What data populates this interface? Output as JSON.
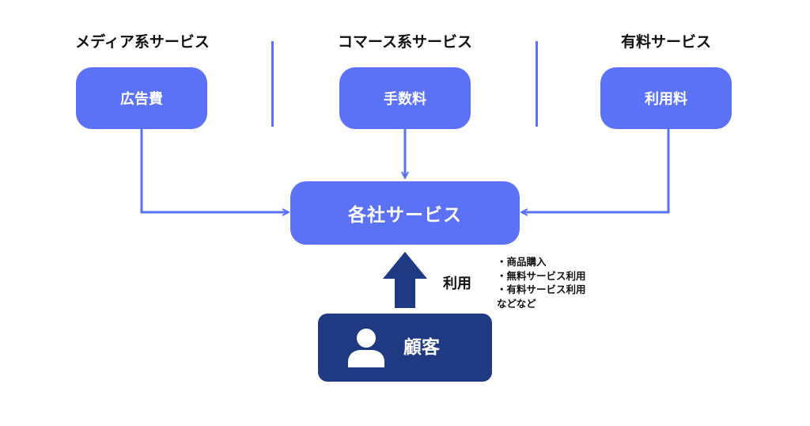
{
  "columns": [
    {
      "title": "メディア系サービス",
      "revenue": "広告費"
    },
    {
      "title": "コマース系サービス",
      "revenue": "手数料"
    },
    {
      "title": "有料サービス",
      "revenue": "利用料"
    }
  ],
  "center": {
    "label": "各社サービス"
  },
  "customer": {
    "label": "顧客",
    "icon": "user-icon"
  },
  "usage": {
    "label": "利用"
  },
  "notes": [
    "・商品購入",
    "・無料サービス利用",
    "・有料サービス利用",
    "などなど"
  ],
  "colors": {
    "primary": "#5b72f7",
    "dark": "#1f3a82",
    "line": "#5a72f5"
  }
}
